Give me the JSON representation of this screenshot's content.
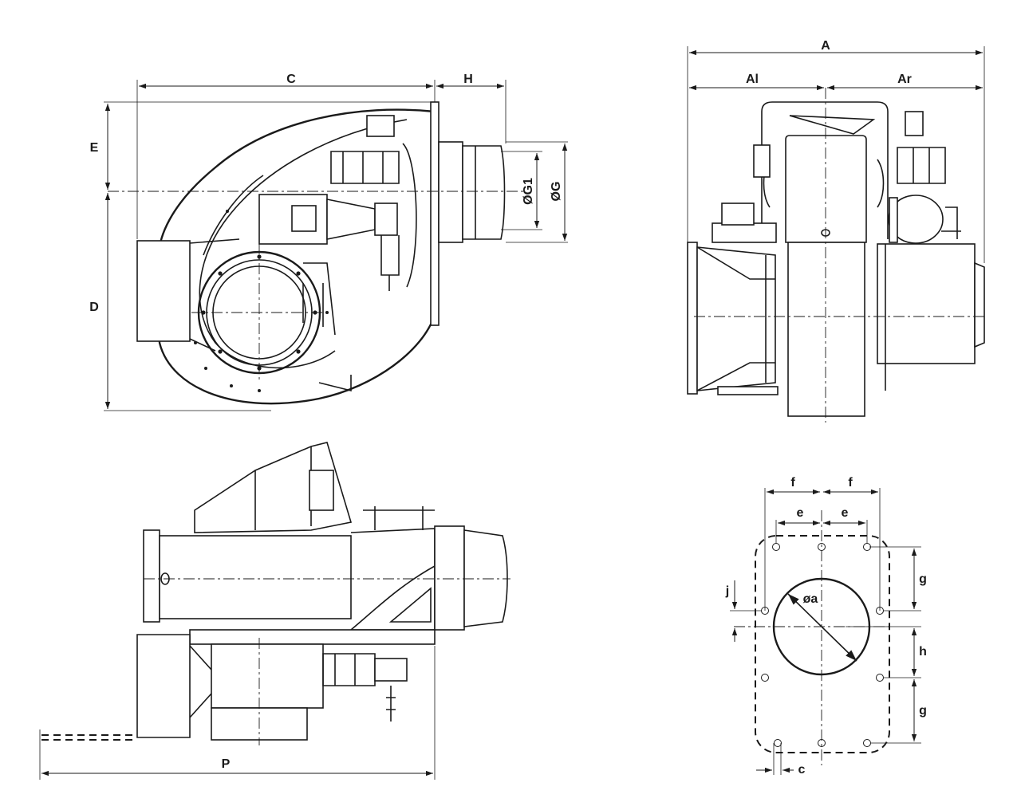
{
  "labels": {
    "C": "C",
    "H": "H",
    "E": "E",
    "D": "D",
    "G1": "ØG1",
    "G": "ØG",
    "A": "A",
    "Al": "Al",
    "Ar": "Ar",
    "P": "P",
    "f_left": "f",
    "f_right": "f",
    "e_left": "e",
    "e_right": "e",
    "g_top": "g",
    "g_bottom": "g",
    "h": "h",
    "j": "j",
    "a": "øa",
    "c": "c"
  },
  "colors": {
    "line": "#1a1a1a",
    "background": "#ffffff"
  }
}
